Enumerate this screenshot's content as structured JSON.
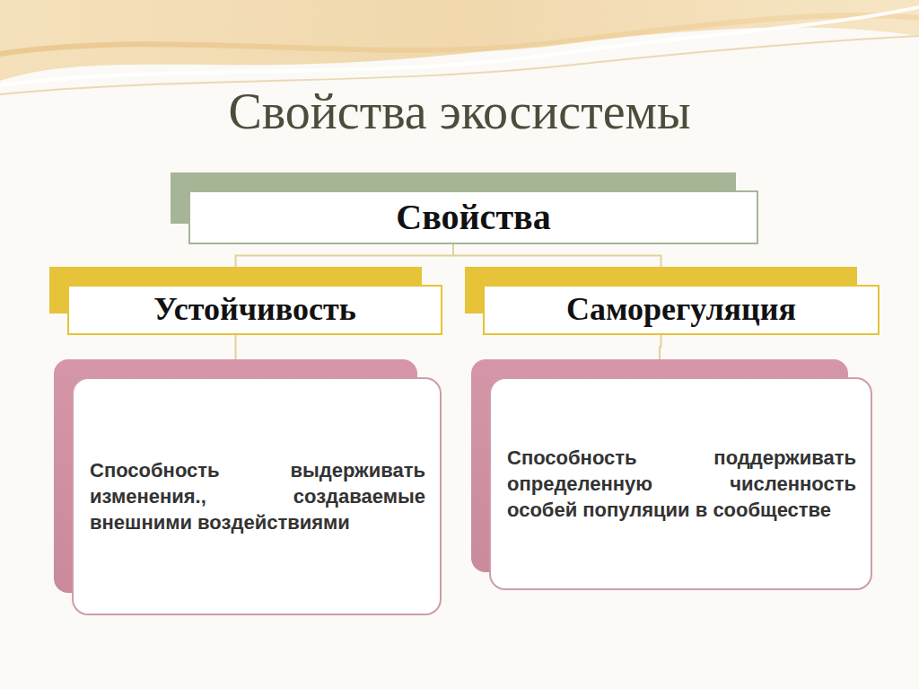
{
  "diagram": {
    "title": "Свойства экосистемы",
    "nodes": [
      {
        "text": [
          "Свойства"
        ]
      },
      {
        "text": [
          "Устойчивость"
        ]
      },
      {
        "text": [
          "Саморегуляция"
        ]
      },
      {
        "text": [
          "Способность выдерживать изменения., создаваемые внешними воздействиями"
        ]
      },
      {
        "text": [
          "Способность поддерживать определенную численность особей популяции в сообществе"
        ]
      }
    ],
    "edges": [
      {
        "from": 0,
        "to": 1,
        "arrow": "none"
      },
      {
        "from": 0,
        "to": 2,
        "arrow": "none"
      },
      {
        "from": 1,
        "to": 3,
        "arrow": "none"
      },
      {
        "from": 2,
        "to": 4,
        "arrow": "none"
      }
    ]
  }
}
